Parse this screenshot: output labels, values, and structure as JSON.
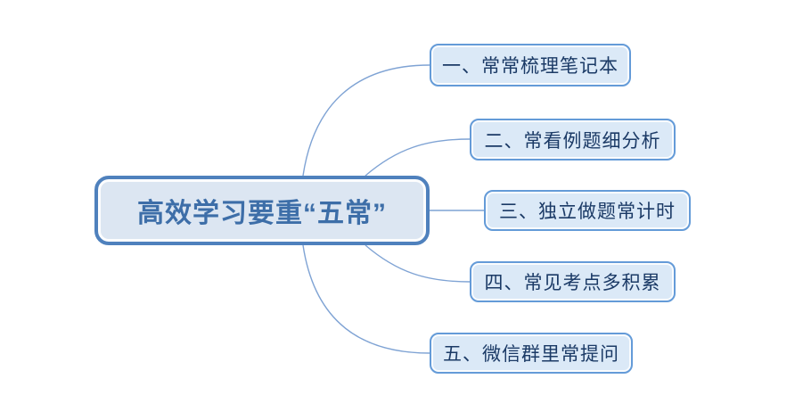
{
  "diagram": {
    "type": "mindmap",
    "root": {
      "label": "高效学习要重“五常”"
    },
    "branches": [
      {
        "label": "一、常常梳理笔记本"
      },
      {
        "label": "二、常看例题细分析"
      },
      {
        "label": "三、独立做题常计时"
      },
      {
        "label": "四、常见考点多积累"
      },
      {
        "label": "五、微信群里常提问"
      }
    ],
    "colors": {
      "root_border": "#4f81bd",
      "root_fill": "#dce6f2",
      "root_text": "#3d6ea8",
      "branch_border": "#649bd8",
      "branch_fill": "#dbe9f7",
      "branch_text": "#1b3a66",
      "connector": "#7fa3d4",
      "background": "#ffffff"
    }
  }
}
